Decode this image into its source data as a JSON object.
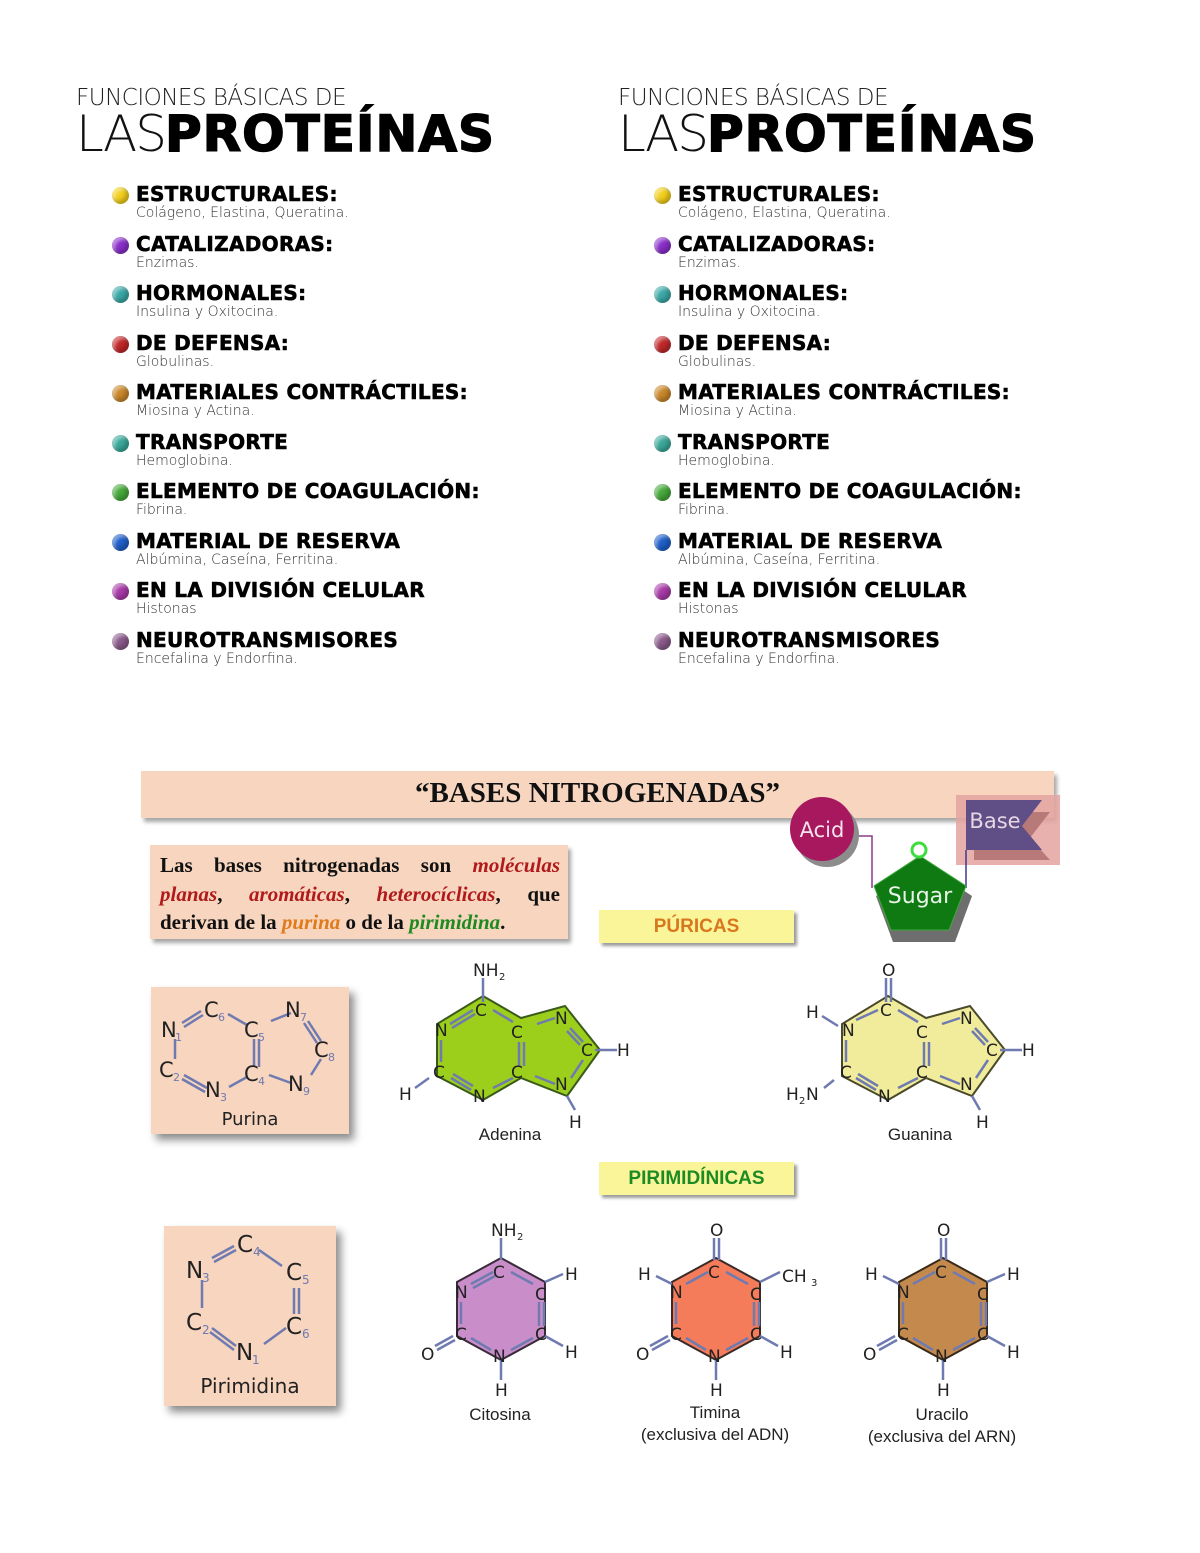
{
  "proteins_columns": [
    {
      "supertitle": "FUNCIONES BÁSICAS DE",
      "title_thin": "LAS",
      "title_bold": "PROTEÍNAS",
      "items": [
        {
          "title": "ESTRUCTURALES:",
          "desc": "Colágeno, Elastina, Queratina.",
          "color": "#f2cf1d",
          "icon": "yellow-hexagon-bullet"
        },
        {
          "title": "CATALIZADORAS:",
          "desc": "Enzimas.",
          "color": "#8a2fc9",
          "icon": "purple-hexagon-bullet"
        },
        {
          "title": "HORMONALES:",
          "desc": "Insulina y Oxitocina.",
          "color": "#3aa8a6",
          "icon": "teal-hexagon-bullet"
        },
        {
          "title": "DE DEFENSA:",
          "desc": "Globulinas.",
          "color": "#c2282a",
          "icon": "red-hexagon-bullet"
        },
        {
          "title": "MATERIALES CONTRÁCTILES:",
          "desc": "Miosina y Actina.",
          "color": "#c9872a",
          "icon": "orange-hexagon-bullet"
        },
        {
          "title": "TRANSPORTE",
          "desc": "Hemoglobina.",
          "color": "#3aa89a",
          "icon": "teal-hexagon-bullet"
        },
        {
          "title": "ELEMENTO DE COAGULACIÓN:",
          "desc": "Fibrina.",
          "color": "#45a83a",
          "icon": "green-hexagon-bullet"
        },
        {
          "title": "MATERIAL DE RESERVA",
          "desc": "Albúmina, Caseína, Ferritina.",
          "color": "#1f5fc9",
          "icon": "blue-hexagon-bullet"
        },
        {
          "title": "EN LA DIVISIÓN CELULAR",
          "desc": "Histonas",
          "color": "#a83aa8",
          "icon": "magenta-hexagon-bullet"
        },
        {
          "title": "NEUROTRANSMISORES",
          "desc": "Encefalina y Endorfina.",
          "color": "#8a5a8a",
          "icon": "mauve-hexagon-bullet"
        }
      ]
    },
    {
      "supertitle": "FUNCIONES BÁSICAS DE",
      "title_thin": "LAS",
      "title_bold": "PROTEÍNAS",
      "items": [
        {
          "title": "ESTRUCTURALES:",
          "desc": "Colágeno, Elastina, Queratina.",
          "color": "#f2cf1d",
          "icon": "yellow-hexagon-bullet"
        },
        {
          "title": "CATALIZADORAS:",
          "desc": "Enzimas.",
          "color": "#8a2fc9",
          "icon": "purple-hexagon-bullet"
        },
        {
          "title": "HORMONALES:",
          "desc": "Insulina y Oxitocina.",
          "color": "#3aa8a6",
          "icon": "teal-hexagon-bullet"
        },
        {
          "title": "DE DEFENSA:",
          "desc": "Globulinas.",
          "color": "#c2282a",
          "icon": "red-hexagon-bullet"
        },
        {
          "title": "MATERIALES CONTRÁCTILES:",
          "desc": "Miosina y Actina.",
          "color": "#c9872a",
          "icon": "orange-hexagon-bullet"
        },
        {
          "title": "TRANSPORTE",
          "desc": "Hemoglobina.",
          "color": "#3aa89a",
          "icon": "teal-hexagon-bullet"
        },
        {
          "title": "ELEMENTO DE COAGULACIÓN:",
          "desc": "Fibrina.",
          "color": "#45a83a",
          "icon": "green-hexagon-bullet"
        },
        {
          "title": "MATERIAL DE RESERVA",
          "desc": "Albúmina, Caseína, Ferritina.",
          "color": "#1f5fc9",
          "icon": "blue-hexagon-bullet"
        },
        {
          "title": "EN LA DIVISIÓN CELULAR",
          "desc": "Histonas",
          "color": "#a83aa8",
          "icon": "magenta-hexagon-bullet"
        },
        {
          "title": "NEUROTRANSMISORES",
          "desc": "Encefalina y Endorfina.",
          "color": "#8a5a8a",
          "icon": "mauve-hexagon-bullet"
        }
      ]
    }
  ],
  "bases": {
    "banner_title": "“BASES NITROGENADAS”",
    "intro": {
      "p1": "Las bases nitrogenadas son ",
      "em1": "moléculas planas",
      "p2": ", ",
      "em2": "aromáticas",
      "p3": ", ",
      "em3": "heterocíclicas",
      "p4": ", que derivan de la ",
      "em4": "purina",
      "p5": " o de la ",
      "em5": "pirimidina",
      "p6": "."
    },
    "nucleotide_diagram": {
      "acid_label": "Acid",
      "sugar_label": "Sugar",
      "base_label": "Base",
      "sugar_oxygen": "O",
      "colors": {
        "acid": "#a8185e",
        "sugar": "#0f7a12",
        "base": "#5f4f86",
        "base_backdrop": "#e4a3a0"
      }
    },
    "puricas_label": "PÚRICAS",
    "pirimidinicas_label": "PIRIMIDÍNICAS",
    "purina": {
      "name": "Purina",
      "atoms": {
        "n1": "N",
        "n1_sub": "1",
        "c2": "C",
        "c2_sub": "2",
        "n3": "N",
        "n3_sub": "3",
        "c4": "C",
        "c4_sub": "4",
        "c5": "C",
        "c5_sub": "5",
        "c6": "C",
        "c6_sub": "6",
        "n7": "N",
        "n7_sub": "7",
        "c8": "C",
        "c8_sub": "8",
        "n9": "N",
        "n9_sub": "9"
      }
    },
    "pirimidina": {
      "name": "Pirimidina",
      "atoms": {
        "n1": "N",
        "n1_sub": "1",
        "c2": "C",
        "c2_sub": "2",
        "n3": "N",
        "n3_sub": "3",
        "c4": "C",
        "c4_sub": "4",
        "c5": "C",
        "c5_sub": "5",
        "c6": "C",
        "c6_sub": "6"
      }
    },
    "adenina": {
      "name": "Adenina",
      "color": "#9ccf1c",
      "substituents": {
        "top": "NH",
        "top_sub": "2",
        "h_left": "H",
        "h_right": "H",
        "h_bottom": "H"
      }
    },
    "guanina": {
      "name": "Guanina",
      "color": "#f1ec9c",
      "substituents": {
        "top": "O",
        "h_n1": "H",
        "nh2": "H",
        "nh2_sub": "2",
        "nh2_n": "N",
        "h_right": "H",
        "h_bottom": "H"
      }
    },
    "citosina": {
      "name": "Citosina",
      "color": "#c98ec9",
      "substituents": {
        "top": "NH",
        "top_sub": "2",
        "o_left": "O",
        "h_top_right": "H",
        "h_bottom_right": "H",
        "h_bottom": "H"
      }
    },
    "timina": {
      "name": "Timina",
      "note": "(exclusiva del ADN)",
      "color": "#f47c5a",
      "substituents": {
        "top": "O",
        "h_left": "H",
        "ch3": "CH",
        "ch3_sub": "3",
        "o_left": "O",
        "h_bottom_right": "H",
        "h_bottom": "H"
      }
    },
    "uracilo": {
      "name": "Uracilo",
      "note": "(exclusiva del ARN)",
      "color": "#c4894c",
      "substituents": {
        "top": "O",
        "h_left": "H",
        "h_top_right": "H",
        "o_left": "O",
        "h_bottom_right": "H",
        "h_bottom": "H"
      }
    }
  }
}
